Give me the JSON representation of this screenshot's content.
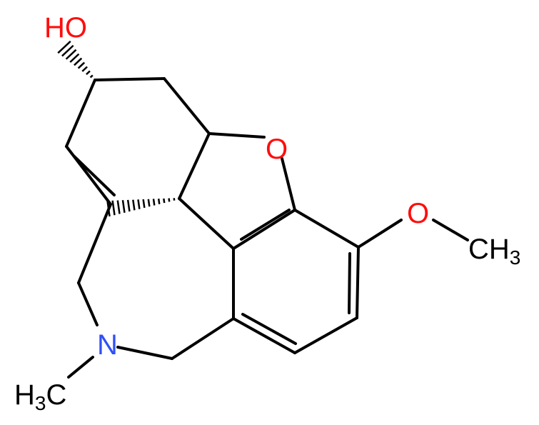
{
  "molecule": {
    "atoms": {
      "hydroxyl": {
        "text": "HO",
        "color": "#ff0d0d"
      },
      "ring_oxygen": {
        "text": "O",
        "color": "#ff0d0d"
      },
      "methoxy_oxygen": {
        "text": "O",
        "color": "#ff0d0d"
      },
      "methoxy_methyl": {
        "text": "CH",
        "sub": "3",
        "color": "#000000"
      },
      "amine_nitrogen": {
        "text": "N",
        "color": "#3050f8"
      },
      "n_methyl": {
        "text": "H",
        "sub": "3",
        "text2": "C",
        "color": "#000000"
      }
    },
    "bond_color": "#000000"
  }
}
